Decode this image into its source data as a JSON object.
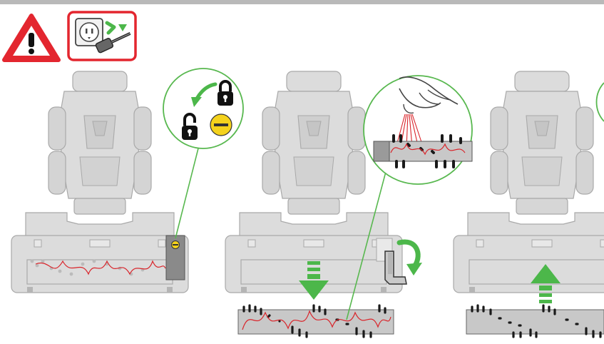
{
  "colors": {
    "warning_red": "#e3262f",
    "arrow_green": "#4cb74a",
    "callout_line": "#58b84f",
    "latch_yellow": "#f4d21c",
    "hair_red": "#d9252b",
    "unit_gray": "#dcdcdc",
    "unit_outline": "#a9a9a9",
    "brush_gray": "#c8c8c8",
    "bristle_black": "#1a1a1a",
    "latch_gray": "#8a8a8a"
  },
  "icons": {
    "warning": "warning-triangle-icon",
    "unplug": "unplug-icon",
    "lock": "lock-closed-icon",
    "unlock": "lock-open-icon",
    "coin": "coin-slot-icon"
  },
  "steps": [
    {
      "id": "unlock-latch",
      "arrow": "rotate-to-lock"
    },
    {
      "id": "remove-brushbar",
      "arrow": "down",
      "detail": "cut-hair"
    },
    {
      "id": "refit-brushbar",
      "arrow": "up"
    }
  ]
}
